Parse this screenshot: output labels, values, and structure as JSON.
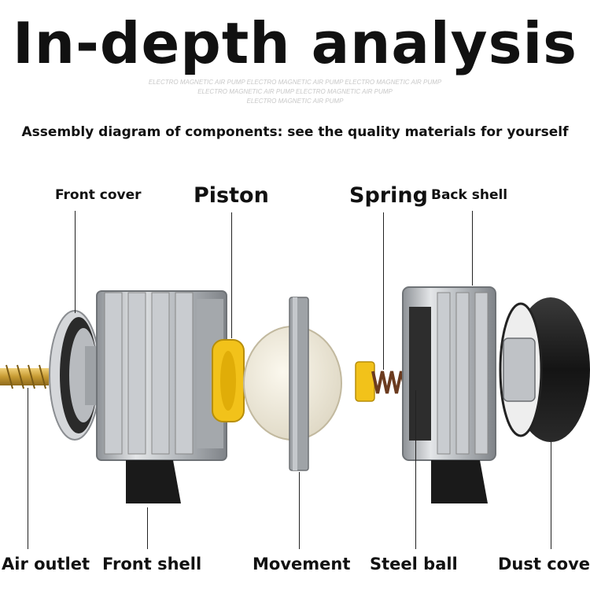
{
  "title": "In-depth analysis",
  "watermark": {
    "line1": "ELECTRO MAGNETIC AIR PUMP ELECTRO MAGNETIC AIR PUMP ELECTRO MAGNETIC AIR PUMP",
    "line2": "ELECTRO MAGNETIC AIR PUMP ELECTRO MAGNETIC AIR PUMP",
    "line3": "ELECTRO MAGNETIC AIR PUMP"
  },
  "subtitle": "Assembly diagram of components: see the quality materials for yourself",
  "labels_top": {
    "front_cover": "Front cover",
    "piston": "Piston",
    "spring": "Spring",
    "back_shell": "Back shell"
  },
  "labels_bottom": {
    "air_outlet": "Air outlet",
    "front_shell": "Front shell",
    "movement": "Movement",
    "steel_ball": "Steel ball",
    "dust_cover": "Dust cover"
  }
}
